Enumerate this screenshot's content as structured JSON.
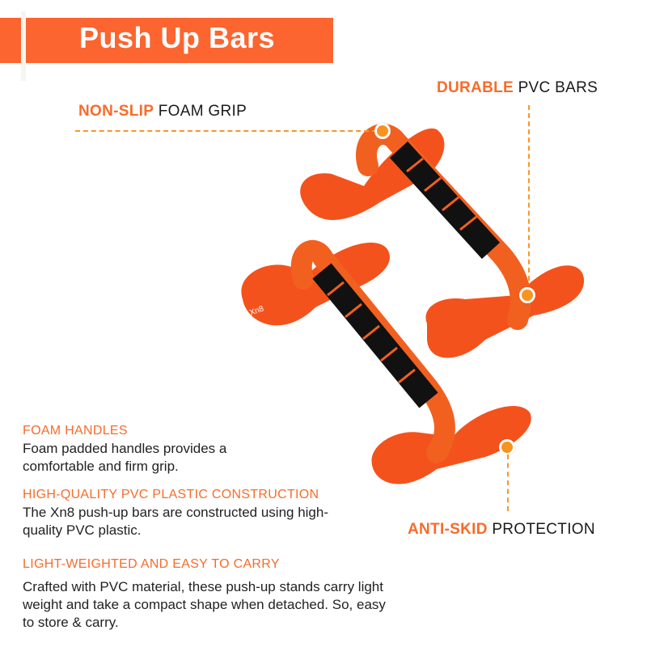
{
  "header": {
    "title": "Push Up Bars"
  },
  "callouts": {
    "grip": {
      "highlight": "NON-SLIP",
      "rest": " FOAM GRIP"
    },
    "bars": {
      "highlight": "DURABLE",
      "rest": " PVC BARS"
    },
    "base": {
      "highlight": "ANTI-SKID",
      "rest": " PROTECTION"
    }
  },
  "features": [
    {
      "title": "FOAM HANDLES",
      "desc": "Foam padded handles provides a comfortable and firm grip."
    },
    {
      "title": "HIGH-QUALITY PVC PLASTIC CONSTRUCTION",
      "desc": "The Xn8 push-up bars are constructed using high-quality PVC plastic."
    },
    {
      "title": "LIGHT-WEIGHTED AND EASY TO CARRY",
      "desc": "Crafted with PVC material, these push-up stands carry light weight and take a compact shape when detached. So, easy to store & carry."
    }
  ],
  "product": {
    "brand_mark": "Xn8"
  },
  "colors": {
    "accent": "#fd6530",
    "dot": "#f8931f",
    "bar_orange": "#f5501a",
    "foam": "#111111"
  }
}
